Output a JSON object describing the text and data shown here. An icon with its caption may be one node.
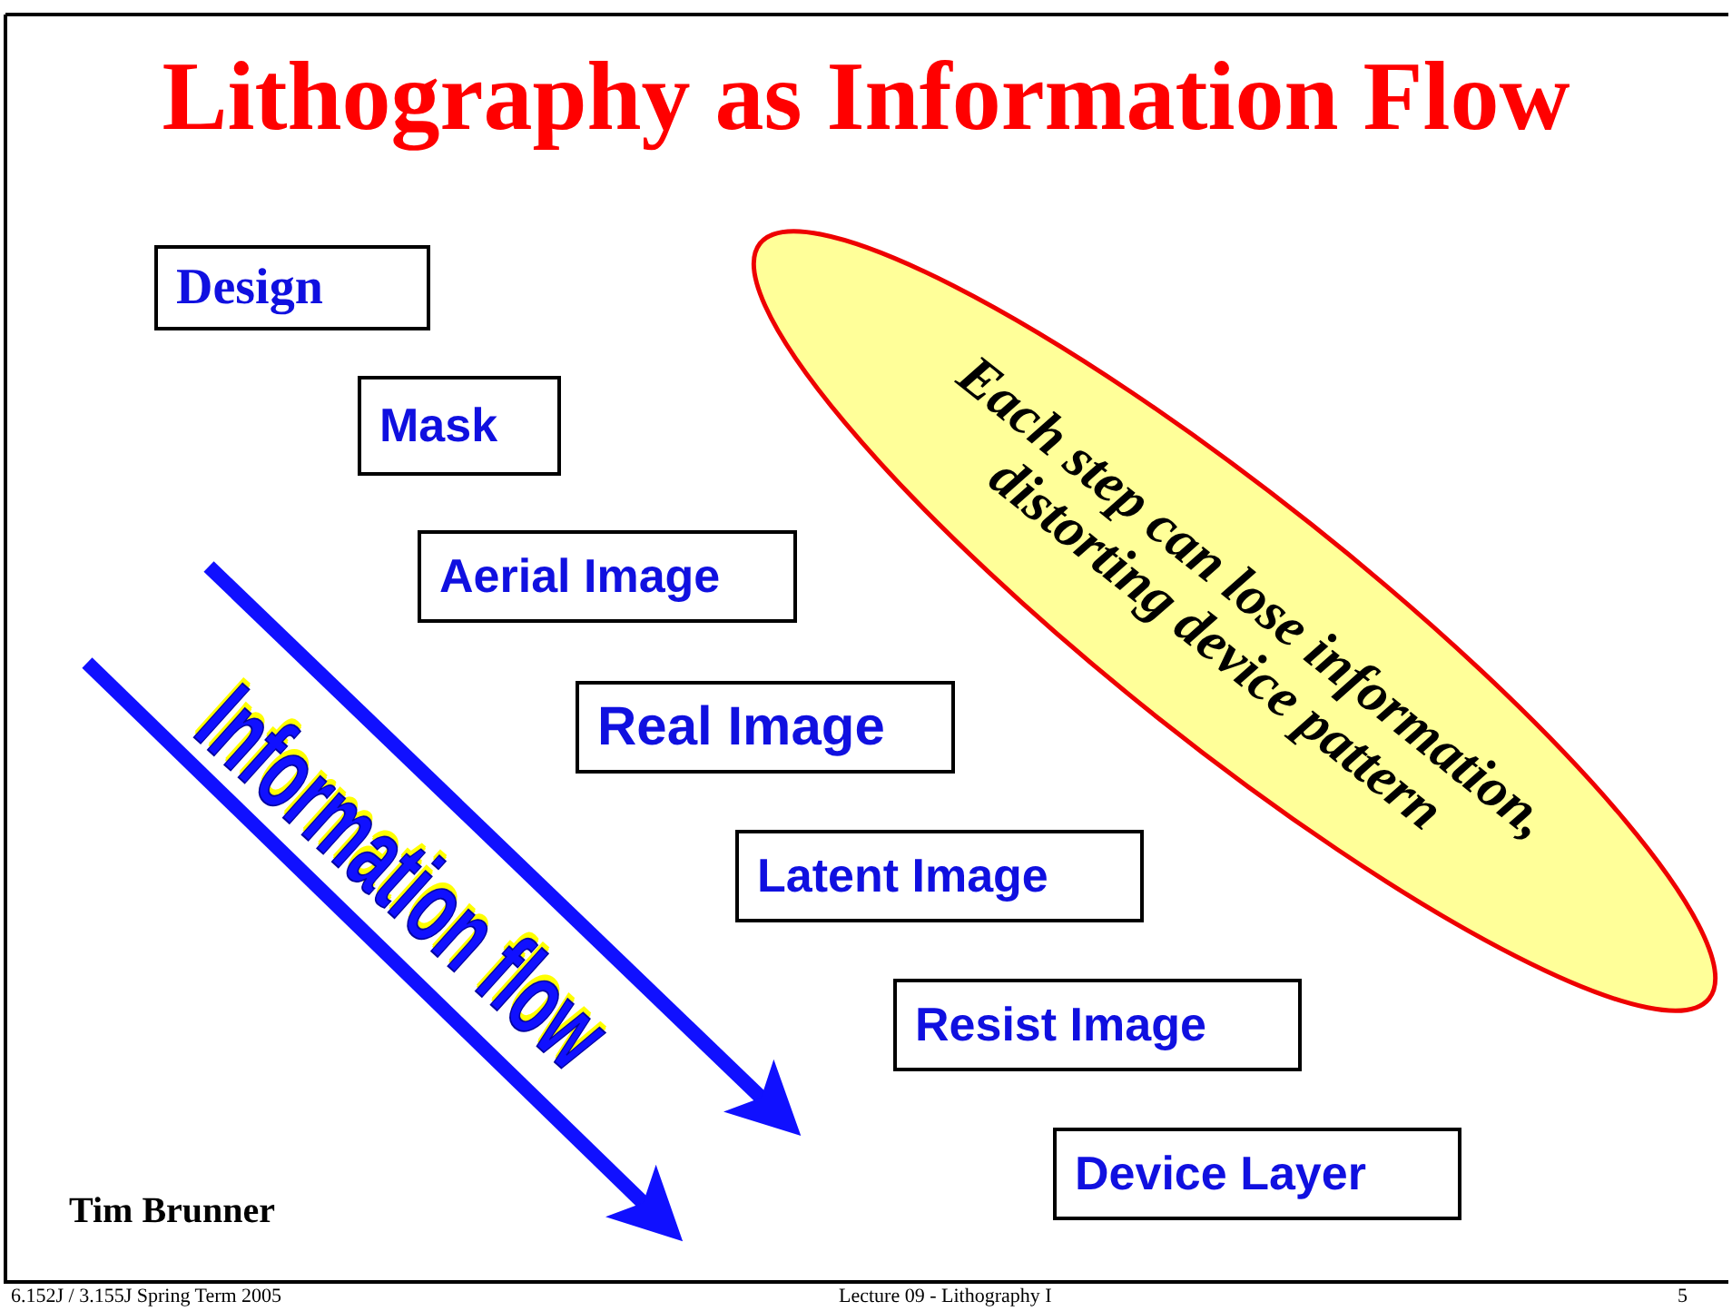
{
  "diagram": {
    "title": "Lithography as Information Flow",
    "nodes": [
      {
        "text": [
          "Design"
        ]
      },
      {
        "text": [
          "Mask"
        ]
      },
      {
        "text": [
          "Aerial Image"
        ]
      },
      {
        "text": [
          "Real Image"
        ]
      },
      {
        "text": [
          "Latent Image"
        ]
      },
      {
        "text": [
          "Resist Image"
        ]
      },
      {
        "text": [
          "Device Layer"
        ]
      },
      {
        "text": [
          "Each step can lose information, distorting device pattern"
        ]
      }
    ],
    "labels": [
      "Information flow",
      "Tim Brunner",
      "6.152J / 3.155J Spring Term 2005",
      "Lecture 09 - Lithography I",
      "5"
    ]
  }
}
